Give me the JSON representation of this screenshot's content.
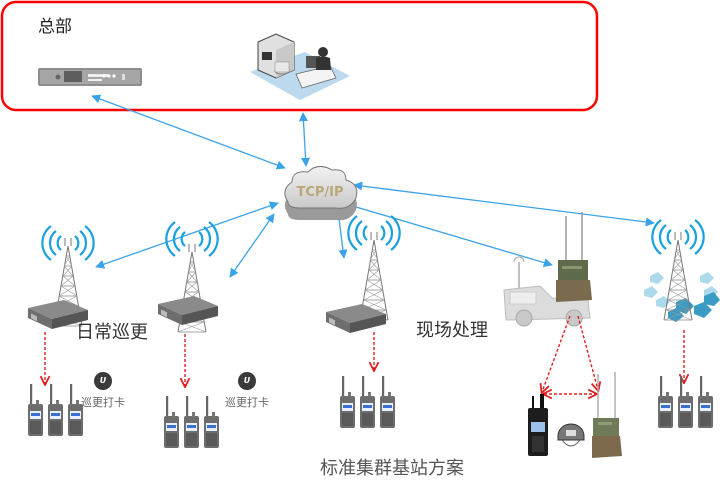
{
  "headquarters": {
    "title": "总部",
    "devices": [
      "dispatch-server-rack",
      "dispatcher-workstation"
    ]
  },
  "network": {
    "cloud_label": "TCP/IP"
  },
  "scenarios": {
    "routine_patrol": "日常巡更",
    "onsite_handling": "现场处理",
    "standard_trunking": "标准集群基站方案"
  },
  "patrol_cards": [
    {
      "logo": "U",
      "text": "巡更打卡"
    },
    {
      "logo": "U",
      "text": "巡更打卡"
    }
  ],
  "colors": {
    "hq_border": "#ff0000",
    "network_link": "#3aa3e8",
    "radio_link": "#e02020",
    "signal_waves": "#1aa0e0",
    "cloud_text": "#b8a878"
  }
}
